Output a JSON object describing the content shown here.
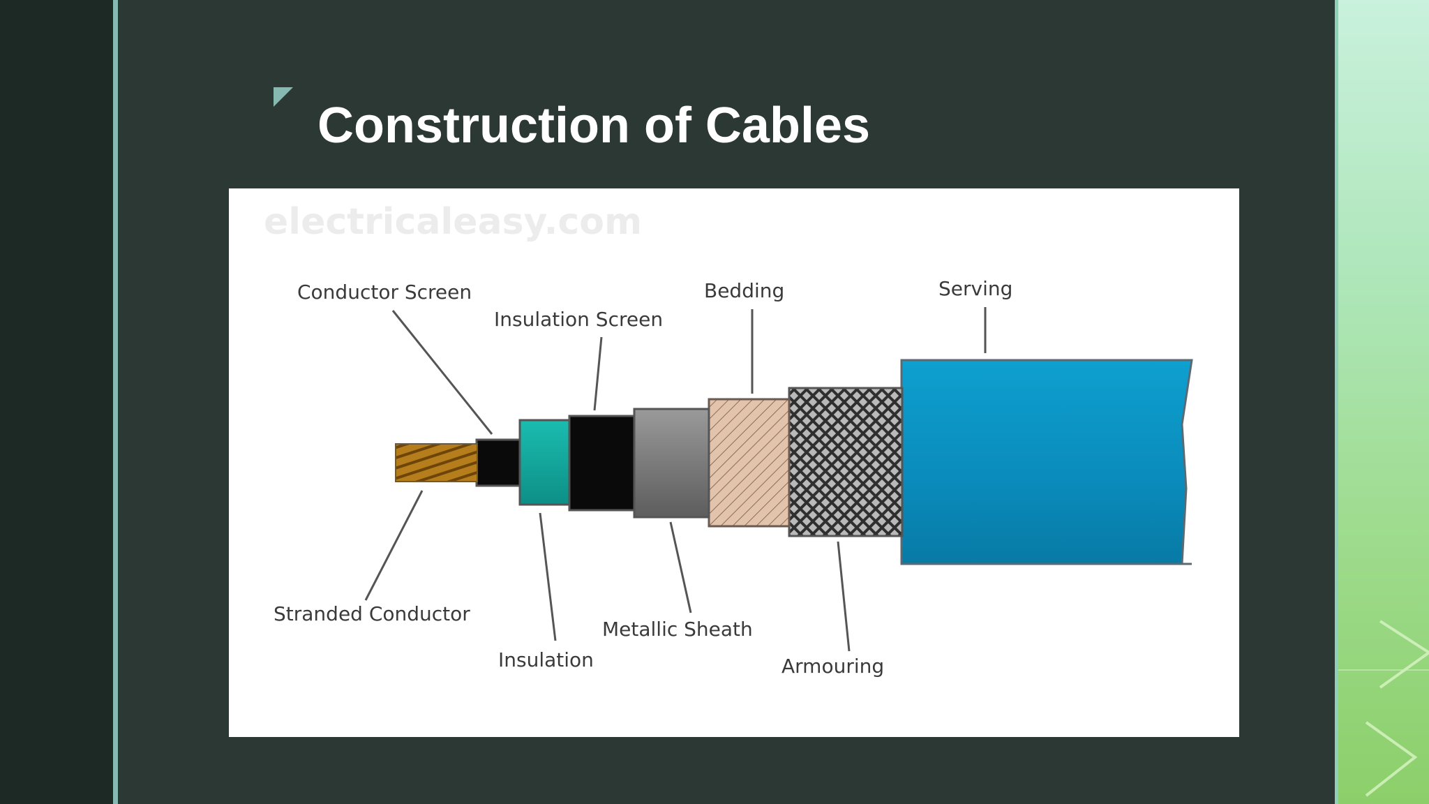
{
  "slide": {
    "title": "Construction of Cables"
  },
  "figure": {
    "watermark": "electricaleasy.com",
    "labels": {
      "conductor_screen": "Conductor Screen",
      "insulation_screen": "Insulation Screen",
      "bedding": "Bedding",
      "serving": "Serving",
      "stranded_conductor": "Stranded Conductor",
      "insulation": "Insulation",
      "metallic_sheath": "Metallic Sheath",
      "armouring": "Armouring"
    }
  },
  "colors": {
    "background": "#2b3833",
    "title": "#ffffff",
    "accent": "#86b9b2",
    "serving": "#0e8fbf",
    "insulation": "#12a49a",
    "metallic_sheath": "#7a7a7a",
    "conductor": "#a66d14"
  }
}
